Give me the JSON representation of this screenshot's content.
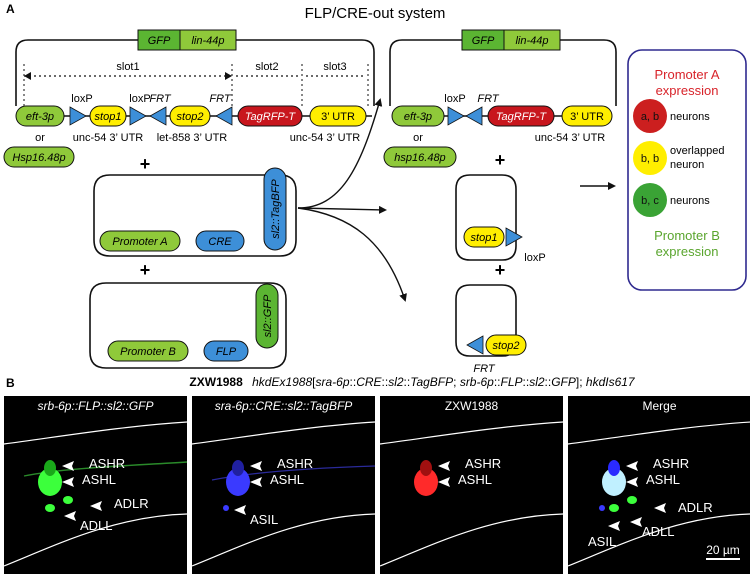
{
  "panel_a": {
    "label": "A",
    "title": "FLP/CRE-out  system",
    "top_gfp": "GFP",
    "top_lin44p": "lin-44p",
    "slot1": "slot1",
    "slot2": "slot2",
    "slot3": "slot3",
    "eft3p": "eft-3p",
    "or": "or",
    "hsp_upper": "Hsp16.48p",
    "hsp_lower": "hsp16.48p",
    "loxp": "loxP",
    "frt": "FRT",
    "stop1": "stop1",
    "stop2": "stop2",
    "tagrfp": "TagRFP-T",
    "utr3": "3’ UTR",
    "unc54_utr": "unc-54 3’ UTR",
    "let858_utr": "let-858 3’ UTR",
    "plus": "+",
    "promoter_a": "Promoter A",
    "promoter_b": "Promoter B",
    "cre": "CRE",
    "flp": "FLP",
    "sl2_tagbfp": "sl2::TagBFP",
    "sl2_gfp": "sl2::GFP"
  },
  "legend": {
    "title_a": "Promoter A expression",
    "title_a_line1": "Promoter A",
    "title_a_line2": "expression",
    "row1_circle": "a, b",
    "row1_text": "neurons",
    "row2_circle": "b, b",
    "row2_text_line1": "overlapped",
    "row2_text_line2": "neuron",
    "row3_circle": "b, c",
    "row3_text": "neurons",
    "title_b_line1": "Promoter B",
    "title_b_line2": "expression",
    "red": "#cc1f1f",
    "yellow": "#ffee00",
    "green": "#3aa335",
    "title_a_color": "#d8232a",
    "title_b_color": "#5aa52e",
    "border_color": "#2f2a8f"
  },
  "panel_b": {
    "label": "B",
    "strain": "ZXW1988",
    "genotype": "hkdEx1988[sra-6p::CRE::sl2::TagBFP; srb-6p::FLP::sl2::GFP]; hkdIs617",
    "genotype_parts": {
      "italic1": "hkdEx1988",
      "bracket_open": "[",
      "italic2": "sra-6p",
      "sep1": "::",
      "italic3": "CRE",
      "sep2": "::",
      "italic4": "sl2",
      "sep3": "::",
      "italic5": "TagBFP",
      "mid": "; ",
      "italic6": "srb-6p",
      "sep4": "::",
      "italic7": "FLP",
      "sep5": "::",
      "italic8": "sl2",
      "sep6": "::",
      "italic9": "GFP",
      "bracket_close": "]; ",
      "italic10": "hkdIs617"
    },
    "panels": [
      {
        "title": "srb-6p::FLP::sl2::GFP",
        "labels": [
          "ASHR",
          "ASHL",
          "ADLR",
          "ADLL"
        ]
      },
      {
        "title": "sra-6p::CRE::sl2::TagBFP",
        "labels": [
          "ASHR",
          "ASHL",
          "ASIL"
        ]
      },
      {
        "title": "ZXW1988",
        "labels": [
          "ASHR",
          "ASHL"
        ]
      },
      {
        "title": "Merge",
        "labels": [
          "ASHR",
          "ASHL",
          "ADLR",
          "ADLL",
          "ASIL"
        ]
      }
    ],
    "scale_bar": "20 µm"
  }
}
